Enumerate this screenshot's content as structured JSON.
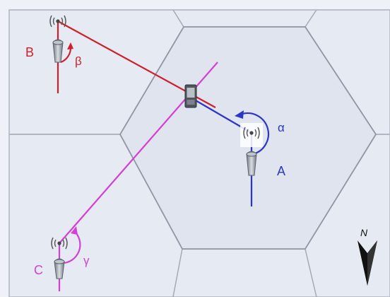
{
  "labels": {
    "A": "A",
    "B": "B",
    "C": "C",
    "alpha": "α",
    "beta": "β",
    "gamma": "γ",
    "north": "N"
  },
  "colors": {
    "A": "#2b36c7",
    "B": "#d01f2a",
    "C": "#d43fd6",
    "cell_fill": "#e8ecf4",
    "cell_border": "#9aa1ad",
    "center_cell_fill": "#dfe4ee",
    "compass": "#111111",
    "tower": "#8a9098"
  },
  "icons": {
    "stations": [
      "base-station-icon",
      "base-station-icon",
      "base-station-icon"
    ],
    "target": "mobile-device-icon",
    "north": "north-arrow-icon"
  }
}
